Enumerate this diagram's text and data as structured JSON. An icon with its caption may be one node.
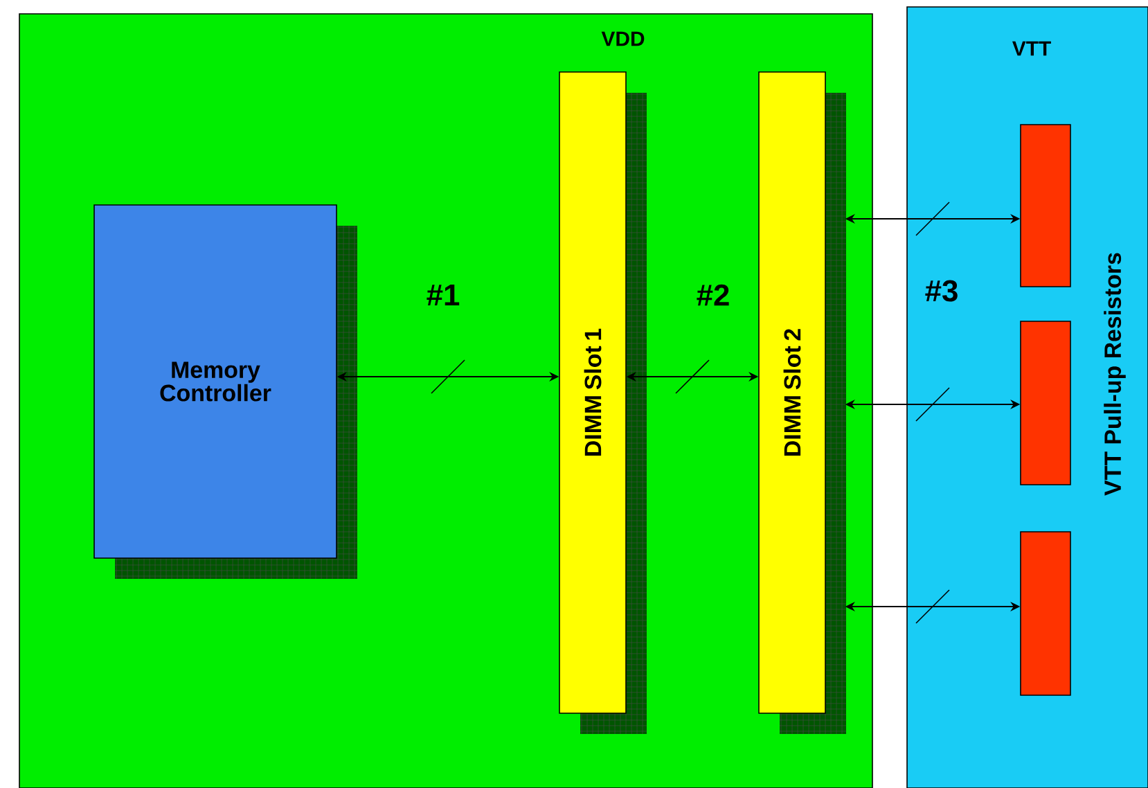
{
  "diagram": {
    "nodes": [
      {
        "text": [
          "VDD"
        ]
      },
      {
        "text": [
          "VTT"
        ]
      },
      {
        "text": [
          "Memory Controller"
        ],
        "in": 0
      },
      {
        "text": [
          "DIMM Slot 1"
        ],
        "in": 0
      },
      {
        "text": [
          "DIMM Slot 2"
        ],
        "in": 0
      },
      {
        "text": [],
        "shape": "box",
        "in": 1
      },
      {
        "text": [],
        "shape": "box",
        "in": 1
      },
      {
        "text": [],
        "shape": "box",
        "in": 1
      }
    ],
    "edges": [
      {
        "from": 2,
        "to": 3,
        "arrow": "both",
        "label": "#1"
      },
      {
        "from": 3,
        "to": 4,
        "arrow": "both",
        "label": "#2"
      },
      {
        "from": 4,
        "to": 5,
        "arrow": "both",
        "label": "#3"
      },
      {
        "from": 4,
        "to": 6,
        "arrow": "both"
      },
      {
        "from": 4,
        "to": 7,
        "arrow": "both"
      }
    ],
    "labels": [
      "VTT Pull-up Resistors"
    ]
  }
}
